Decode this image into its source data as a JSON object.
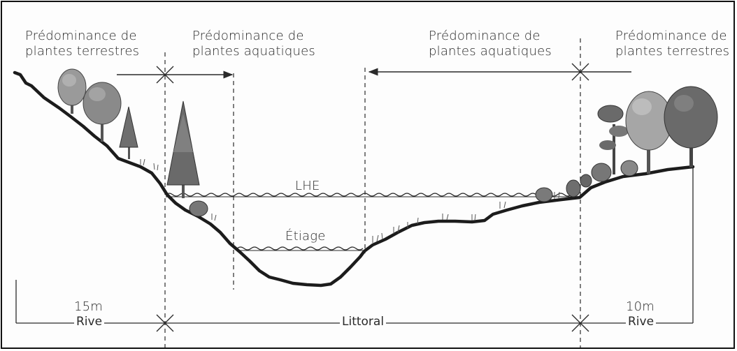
{
  "labels": {
    "left_terrestrial_line1": "Prédominance de",
    "left_terrestrial_line2": "plantes terrestres",
    "left_aquatic_line1": "Prédominance de",
    "left_aquatic_line2": "plantes  aquatiques",
    "right_aquatic_line1": "Prédominance de",
    "right_aquatic_line2": "plantes aquatiques",
    "right_terrestrial_line1": "Prédominance de",
    "right_terrestrial_line2": "plantes terrestres",
    "high_water": "LHE",
    "low_water": "Étiage",
    "left_width": "15m",
    "left_bank": "Rive",
    "littoral": "Littoral",
    "right_width": "10m",
    "right_bank": "Rive"
  },
  "colors": {
    "ink": "#2a2a2a",
    "ground": "#1c1c1c",
    "foliage": "#8a8a8a",
    "foliage_dark": "#5e5e5e"
  },
  "icons": [
    "deciduous-tree-icon",
    "conifer-tree-icon",
    "shrub-icon",
    "aquatic-plant-icon",
    "cross-marker-icon",
    "arrow-icon"
  ]
}
